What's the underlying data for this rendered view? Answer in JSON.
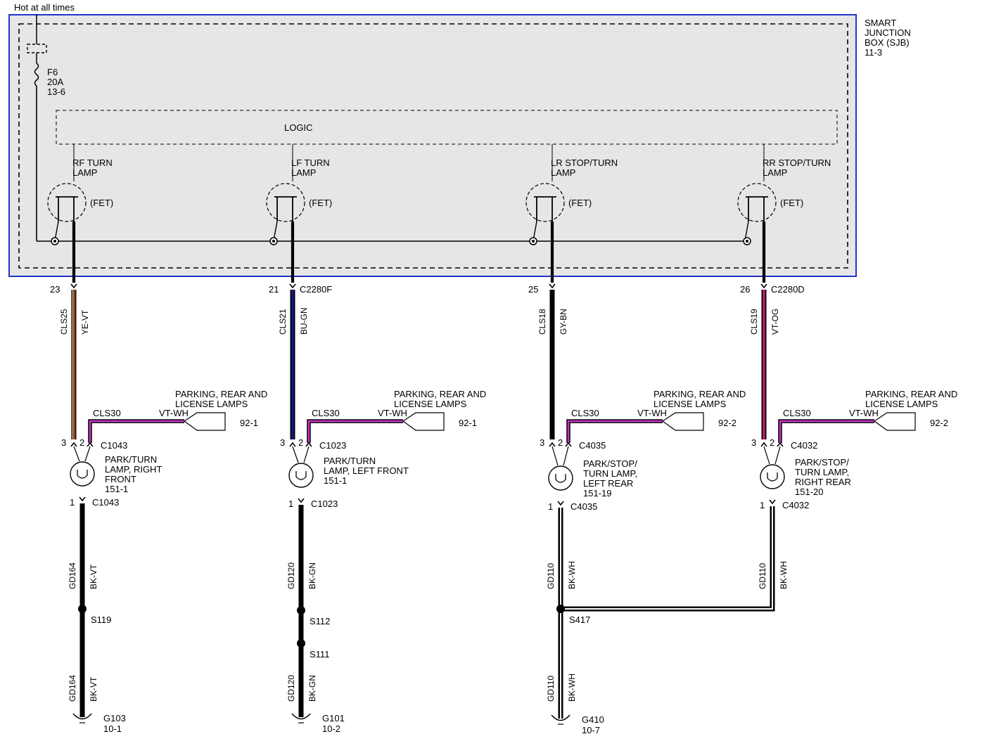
{
  "header": {
    "power_label": "Hot at all times"
  },
  "sjb": {
    "name_lines": [
      "SMART",
      "JUNCTION",
      "BOX (SJB)",
      "11-3"
    ],
    "logic_label": "LOGIC"
  },
  "fuse": {
    "id": "F6",
    "rating": "20A",
    "ref": "13-6"
  },
  "fet_label": "(FET)",
  "circuits": [
    {
      "lamp_function": [
        "RF TURN",
        "LAMP"
      ],
      "pin": "23",
      "connector": "",
      "circuit": "CLS25",
      "wire_color": "YE-VT",
      "aux": {
        "circuit": "CLS30",
        "color": "VT-WH",
        "dest": [
          "PARKING, REAR AND",
          "LICENSE LAMPS"
        ],
        "ref": "92-1"
      },
      "lamp": {
        "pin_a": "3",
        "pin_b": "2",
        "connector": "C1043",
        "name": [
          "PARK/TURN",
          "LAMP, RIGHT",
          "FRONT",
          "151-1"
        ]
      },
      "ground_pin": "1",
      "ground_connector": "C1043",
      "ground_wire": {
        "circuit": "GD164",
        "color": "BK-VT"
      },
      "splices": [
        "S119"
      ],
      "ground_wire_lower": {
        "circuit": "GD164",
        "color": "BK-VT"
      },
      "ground": {
        "id": "G103",
        "ref": "10-1"
      }
    },
    {
      "lamp_function": [
        "LF TURN",
        "LAMP"
      ],
      "pin": "21",
      "connector": "C2280F",
      "circuit": "CLS21",
      "wire_color": "BU-GN",
      "aux": {
        "circuit": "CLS30",
        "color": "VT-WH",
        "dest": [
          "PARKING, REAR AND",
          "LICENSE LAMPS"
        ],
        "ref": "92-1"
      },
      "lamp": {
        "pin_a": "3",
        "pin_b": "2",
        "connector": "C1023",
        "name": [
          "PARK/TURN",
          "LAMP, LEFT FRONT",
          "151-1"
        ]
      },
      "ground_pin": "1",
      "ground_connector": "C1023",
      "ground_wire": {
        "circuit": "GD120",
        "color": "BK-GN"
      },
      "splices": [
        "S112",
        "S111"
      ],
      "ground_wire_lower": {
        "circuit": "GD120",
        "color": "BK-GN"
      },
      "ground": {
        "id": "G101",
        "ref": "10-2"
      }
    },
    {
      "lamp_function": [
        "LR STOP/TURN",
        "LAMP"
      ],
      "pin": "25",
      "connector": "",
      "circuit": "CLS18",
      "wire_color": "GY-BN",
      "aux": {
        "circuit": "CLS30",
        "color": "VT-WH",
        "dest": [
          "PARKING, REAR AND",
          "LICENSE LAMPS"
        ],
        "ref": "92-2"
      },
      "lamp": {
        "pin_a": "3",
        "pin_b": "2",
        "connector": "C4035",
        "name": [
          "PARK/STOP/",
          "TURN LAMP,",
          "LEFT REAR",
          "151-19"
        ]
      },
      "ground_pin": "1",
      "ground_connector": "C4035",
      "ground_wire": {
        "circuit": "GD110",
        "color": "BK-WH"
      },
      "splices": [
        "S417"
      ],
      "ground_wire_lower": {
        "circuit": "GD110",
        "color": "BK-WH"
      },
      "ground": {
        "id": "G410",
        "ref": "10-7"
      }
    },
    {
      "lamp_function": [
        "RR STOP/TURN",
        "LAMP"
      ],
      "pin": "26",
      "connector": "C2280D",
      "circuit": "CLS19",
      "wire_color": "VT-OG",
      "aux": {
        "circuit": "CLS30",
        "color": "VT-WH",
        "dest": [
          "PARKING, REAR AND",
          "LICENSE LAMPS"
        ],
        "ref": "92-2"
      },
      "lamp": {
        "pin_a": "3",
        "pin_b": "2",
        "connector": "C4032",
        "name": [
          "PARK/STOP/",
          "TURN LAMP,",
          "RIGHT REAR",
          "151-20"
        ]
      },
      "ground_pin": "1",
      "ground_connector": "C4032",
      "ground_wire": {
        "circuit": "GD110",
        "color": "BK-WH"
      },
      "splices": [],
      "ground_wire_lower": null,
      "ground": null
    }
  ],
  "colors": {
    "box_border": "#2233cc",
    "box_fill": "#e6e6e6",
    "wire_black": "#000000",
    "ye_vt": "#f2a64a",
    "bu_gn": "#1a1a8c",
    "vt_og": "#cc1f73",
    "vt_wh": "#cc33cc"
  }
}
